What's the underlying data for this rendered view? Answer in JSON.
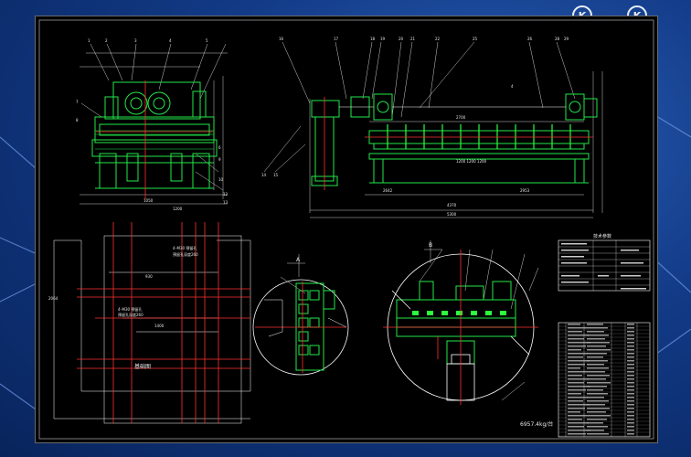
{
  "logos": [
    {
      "name": "left-logo",
      "glyph": "K"
    },
    {
      "name": "right-logo",
      "glyph": "K"
    }
  ],
  "drawing": {
    "foundation_label": "基础图",
    "weight_label": "6957.4kg/台",
    "tech_table_title": "技术参数",
    "section_a_label": "A",
    "section_b_label": "B"
  },
  "colors": {
    "background": "#123a86",
    "sheet": "#000000",
    "main_lines": "#22e84a",
    "dimension_lines": "#ffffff",
    "cut_lines": "#ff3030",
    "bright_green": "#2cff3c"
  }
}
